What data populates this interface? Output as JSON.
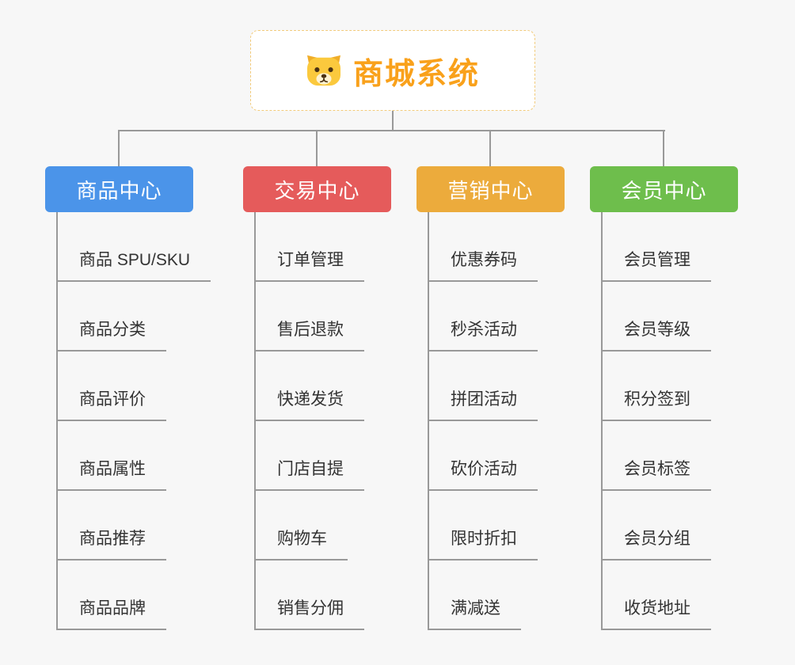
{
  "canvas": {
    "background": "#f7f7f7",
    "connector_color": "#999999"
  },
  "root": {
    "title": "商城系统",
    "icon": "dog-face-icon",
    "title_color": "#f9a11b",
    "border_color": "#f2cb7c"
  },
  "branches": [
    {
      "label": "商品中心",
      "color": "#4b94e9",
      "children": [
        "商品 SPU/SKU",
        "商品分类",
        "商品评价",
        "商品属性",
        "商品推荐",
        "商品品牌"
      ]
    },
    {
      "label": "交易中心",
      "color": "#e55b5b",
      "children": [
        "订单管理",
        "售后退款",
        "快递发货",
        "门店自提",
        "购物车",
        "销售分佣"
      ]
    },
    {
      "label": "营销中心",
      "color": "#ecab3c",
      "children": [
        "优惠券码",
        "秒杀活动",
        "拼团活动",
        "砍价活动",
        "限时折扣",
        "满减送"
      ]
    },
    {
      "label": "会员中心",
      "color": "#6ebe4c",
      "children": [
        "会员管理",
        "会员等级",
        "积分签到",
        "会员标签",
        "会员分组",
        "收货地址"
      ]
    }
  ]
}
